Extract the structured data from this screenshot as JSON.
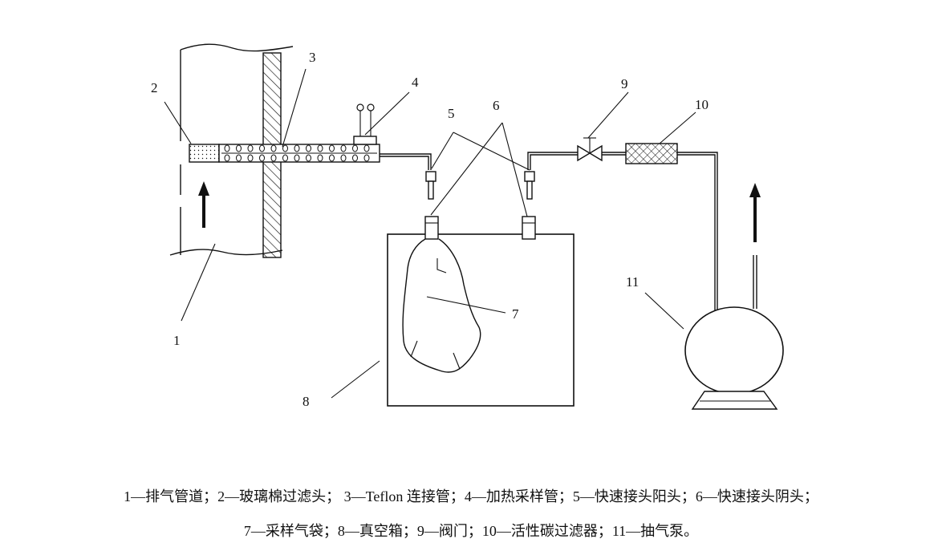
{
  "labels": {
    "n1": "1",
    "n2": "2",
    "n3": "3",
    "n4": "4",
    "n5": "5",
    "n6": "6",
    "n7": "7",
    "n8": "8",
    "n9": "9",
    "n10": "10",
    "n11": "11"
  },
  "caption": {
    "line1": "1—排气管道；2—玻璃棉过滤头；  3—Teflon 连接管；4—加热采样管；5—快速接头阳头；6—快速接头阴头；",
    "line2": "7—采样气袋；8—真空箱；9—阀门；10—活性碳过滤器；11—抽气泵。"
  },
  "icons": {
    "flow_arrow_left": "up-arrow-icon",
    "flow_arrow_right": "up-arrow-icon"
  },
  "colors": {
    "line": "#111111",
    "background": "#ffffff"
  }
}
